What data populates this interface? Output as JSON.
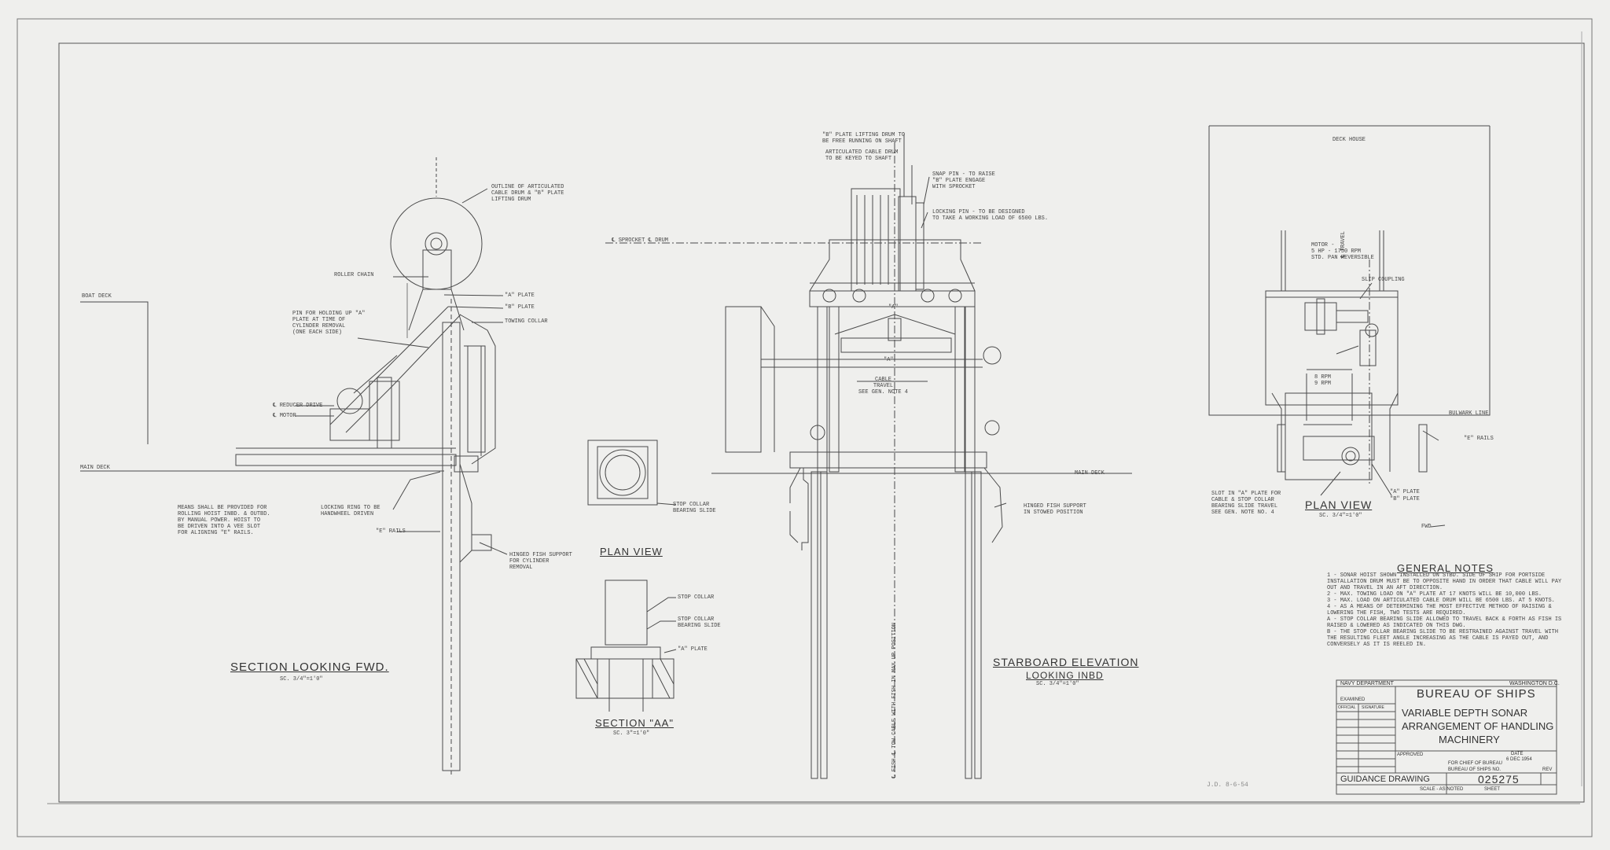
{
  "colors": {
    "paper": "#efefed",
    "ink": "#3a3a3a",
    "faint": "#9a9a9a"
  },
  "views": {
    "section_fwd": {
      "title": "Section Looking Fwd.",
      "scale": "SC. 3/4\"=1'0\""
    },
    "plan_view_mid": {
      "title": "Plan View"
    },
    "section_aa": {
      "title": "Section \"AA\"",
      "scale": "SC. 3\"=1'0\""
    },
    "starboard": {
      "title": "Starboard Elevation",
      "subtitle": "Looking Inbd",
      "scale": "SC. 3/4\"=1'0\""
    },
    "plan_view_right": {
      "title": "Plan View",
      "scale": "SC. 3/4\"=1'0\""
    }
  },
  "labels": {
    "boat_deck": "Boat Deck",
    "main_deck_left": "Main Deck",
    "main_deck_mid": "Main Deck",
    "deck_house": "Deck House",
    "bulwark_line": "Bulwark Line",
    "outline_drum": "Outline of Articulated\nCable Drum & \"B\" Plate\nLifting Drum",
    "roller_chain": "Roller Chain",
    "a_plate_left": "\"A\" Plate",
    "b_plate_left": "\"B\" Plate",
    "towing_collar": "Towing Collar",
    "pin_holding": "Pin for Holding up \"A\"\nPlate at Time of\nCylinder Removal\n(One Each Side)",
    "reducer_drive": "℄ Reducer Drive",
    "motor_left": "℄ Motor",
    "locking_ring": "Locking Ring to be\nHandwheel Driven",
    "e_rails_left": "\"E\" Rails",
    "means_note": "Means Shall Be Provided For\nRolling Hoist Inbd. & Outbd.\nBy Manual Power. Hoist To\nBe Driven Into A Vee Slot\nFor Aligning \"E\" Rails.",
    "hinged_cyl": "Hinged Fish Support\nFor Cylinder\nRemoval",
    "stop_collar_slide": "Stop Collar\nBearing Slide",
    "stop_collar": "Stop Collar",
    "stop_collar_slide2": "Stop Collar\nBearing Slide",
    "a_plate_aa": "\"A\" Plate",
    "b_lifting_drum": "\"B\" Plate Lifting Drum To\nBe Free Running On Shaft",
    "articulated_drum": "Articulated Cable Drum\nTo Be Keyed To Shaft",
    "snap_pin": "Snap Pin - To Raise\n\"B\" Plate Engage\nWith Sprocket",
    "locking_pin": "Locking Pin - To Be Designed\nTo Take A Working Load Of 6500 Lbs.",
    "sprocket_drum": "℄ Sprocket ℄ Drum",
    "a_mark_top": "\"A\"",
    "a_mark_low": "\"A\"",
    "cable_travel": "Cable\nTravel\nSee Gen. Note 4",
    "tow_cable_vertical": "℄ Fish ℄ Tow Cable With Fish In Max Up Position",
    "hinged_stowed": "Hinged Fish Support\nIn Stowed Position",
    "motor_right": "Motor -\n5 HP - 1750 RPM\nStd. Pan Reversible",
    "slip_coupling": "Slip Coupling",
    "travel": "℄ Travel",
    "rpm_label": "8 RPM\n9 RPM",
    "e_rails_right": "\"E\" Rails",
    "slot_note": "Slot In \"A\" Plate For\nCable & Stop Collar\nBearing Slide Travel\nSee Gen. Note No. 4",
    "a_plate_r": "\"A\" Plate",
    "b_plate_r": "\"B\" Plate",
    "fwd": "Fwd",
    "drawing_mark": "J.D. 8-6-54"
  },
  "general_notes": {
    "heading": "General Notes",
    "items": [
      "1 - Sonar Hoist Shown Installed On Stbd. Side Of Ship For Portside Installation Drum Must Be To Opposite Hand In Order That Cable Will Pay Out And Travel In An Aft Direction.",
      "2 - Max. Towing Load On \"A\" Plate At 17 Knots Will Be 10,000 Lbs.",
      "3 - Max. Load On Articulated Cable Drum Will Be 6500 Lbs. At 5 Knots.",
      "4 - As A Means Of Determining The Most Effective Method Of Raising & Lowering The Fish, Two Tests Are Required.",
      "a - Stop Collar Bearing Slide Allowed To Travel Back & Forth As Fish Is Raised & Lowered As Indicated On This Dwg.",
      "b - The Stop Collar Bearing Slide To Be Restrained Against Travel With The Resulting Fleet Angle Increasing As The Cable Is Payed Out, And Conversely As It Is Reeled In."
    ]
  },
  "title_block": {
    "navy_department": "Navy Department",
    "washington": "Washington D.C.",
    "bureau": "Bureau Of Ships",
    "title_line1": "Variable Depth Sonar",
    "title_line2": "Arrangement Of Handling",
    "title_line3": "Machinery",
    "examined": "Examined",
    "official": "Official",
    "signature": "Signature",
    "approved": "Approved",
    "date_label": "Date",
    "date_value": "6 Dec 1954",
    "for_chief": "For Chief Of Bureau",
    "bureau_ships_no": "Bureau Of Ships No.",
    "rev": "Rev",
    "guidance": "Guidance Drawing",
    "drawing_number": "025275",
    "scale": "Scale - As Noted",
    "sheet": "Sheet"
  }
}
